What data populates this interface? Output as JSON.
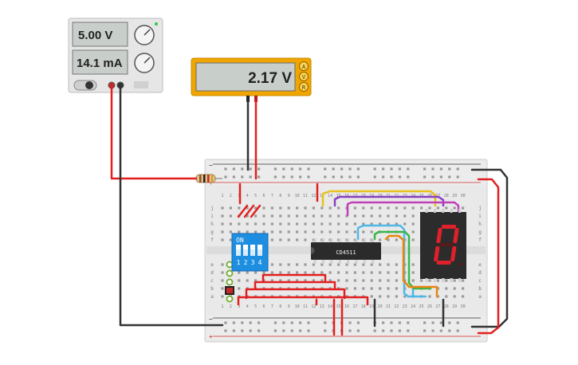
{
  "power_supply": {
    "voltage_display": "5.00 V",
    "current_display": "14.1 mA",
    "indicator_color": "#2ecc40"
  },
  "multimeter": {
    "reading": "2.17 V",
    "modes": [
      "A",
      "V",
      "R"
    ],
    "active_mode": "V",
    "accent_color": "#f0a500"
  },
  "breadboard": {
    "row_letters_top": [
      "j",
      "i",
      "h",
      "g",
      "f"
    ],
    "row_letters_bottom": [
      "e",
      "d",
      "c",
      "b",
      "a"
    ],
    "columns": [
      "1",
      "2",
      "3",
      "4",
      "5",
      "6",
      "7",
      "8",
      "9",
      "10",
      "11",
      "12",
      "13",
      "14",
      "15",
      "16",
      "17",
      "18",
      "19",
      "20",
      "21",
      "22",
      "23",
      "24",
      "25",
      "26",
      "27",
      "28",
      "29",
      "30"
    ],
    "rail_plus": "+",
    "rail_minus": "−"
  },
  "dip_switch": {
    "label": "ON",
    "switch_numbers": [
      "1",
      "2",
      "3",
      "4"
    ],
    "color": "#1e8fe0"
  },
  "ic": {
    "label": "CD4511"
  },
  "seven_segment": {
    "displayed_digit": "0",
    "segment_color": "#e0212b"
  },
  "wire_colors": {
    "red": "#e21f1f",
    "black": "#333333",
    "yellow": "#e8c21a",
    "purple": "#8a3fc0",
    "magenta": "#c03fb8",
    "cyan": "#4fb8e8",
    "green": "#3bb54a",
    "orange": "#e8850f"
  }
}
